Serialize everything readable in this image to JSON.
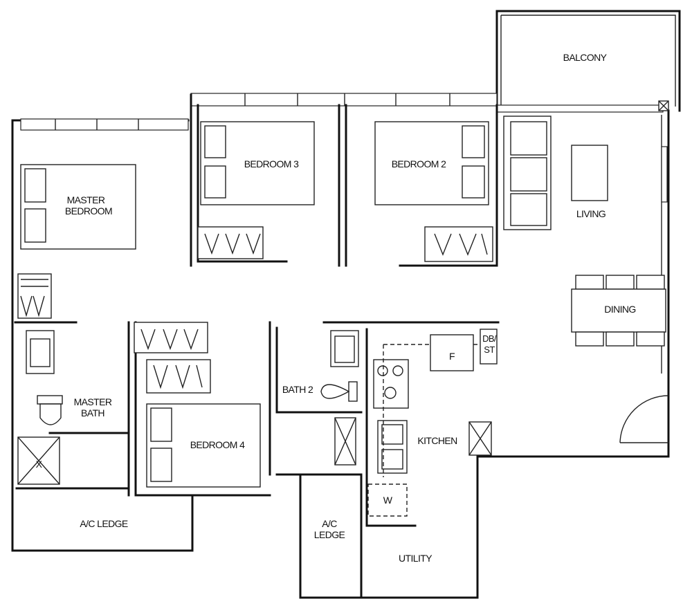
{
  "rooms": {
    "balcony": "BALCONY",
    "bedroom3": "BEDROOM 3",
    "bedroom2": "BEDROOM 2",
    "master_bedroom_line1": "MASTER",
    "master_bedroom_line2": "BEDROOM",
    "living": "LIVING",
    "dining": "DINING",
    "master_bath_line1": "MASTER",
    "master_bath_line2": "BATH",
    "bath2": "BATH 2",
    "bedroom4": "BEDROOM 4",
    "kitchen": "KITCHEN",
    "ac_ledge_left": "A/C LEDGE",
    "ac_ledge_mid_line1": "A/C",
    "ac_ledge_mid_line2": "LEDGE",
    "utility": "UTILITY"
  },
  "fixtures": {
    "fridge": "F",
    "washer": "W",
    "db_line1": "DB/",
    "db_line2": "ST",
    "shower": "X"
  }
}
